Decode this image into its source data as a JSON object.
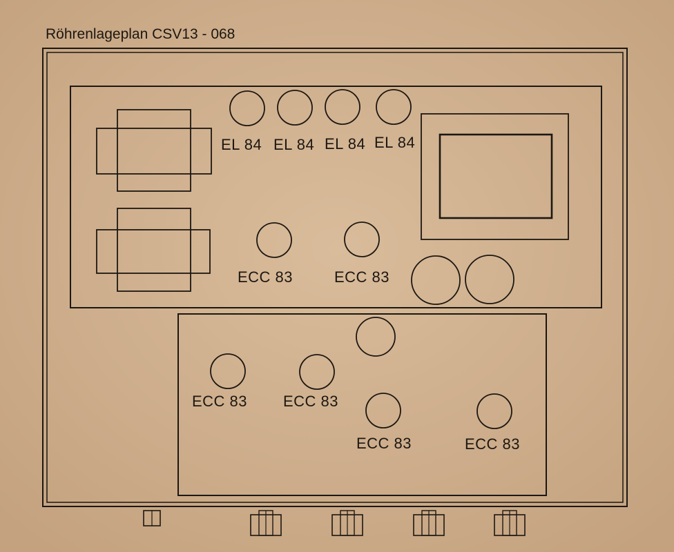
{
  "title": "Röhrenlageplan CSV13 - 068",
  "tubes": {
    "el84_1": "EL 84",
    "el84_2": "EL 84",
    "el84_3": "EL 84",
    "el84_4": "EL 84",
    "ecc83_1": "ECC 83",
    "ecc83_2": "ECC 83",
    "ecc83_3": "ECC 83",
    "ecc83_4": "ECC 83",
    "ecc83_5": "ECC 83",
    "ecc83_6": "ECC 83"
  },
  "colors": {
    "paper": "#cfb08e",
    "ink": "#1c1712"
  }
}
